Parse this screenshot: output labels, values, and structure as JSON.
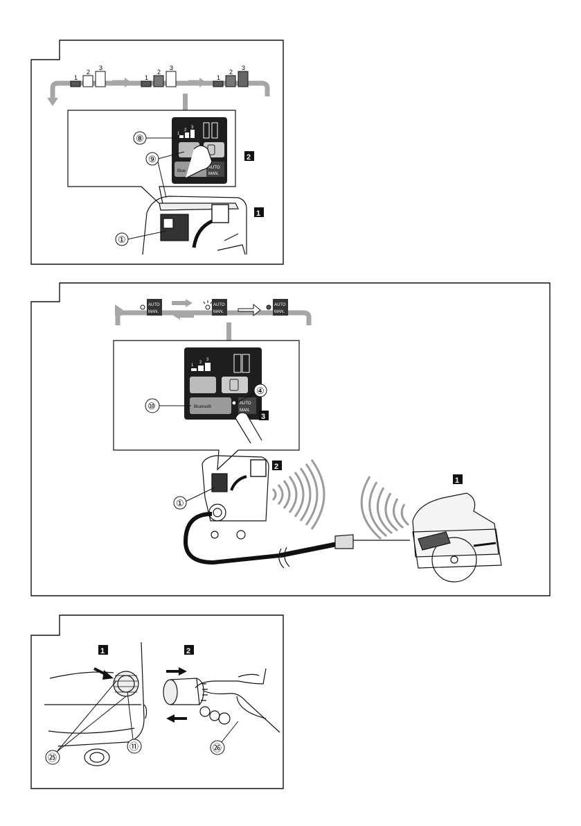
{
  "figure_top": {
    "level_steps": [
      {
        "marks": [
          "1",
          "2",
          "3"
        ],
        "filled": 1
      },
      {
        "marks": [
          "1",
          "2",
          "3"
        ],
        "filled": 2
      },
      {
        "marks": [
          "1",
          "2",
          "3"
        ],
        "filled": 3
      }
    ],
    "callouts": {
      "c8": "⑧",
      "c9": "⑨",
      "c1": "①"
    },
    "steps": {
      "s1": "1",
      "s2": "2"
    },
    "panel": {
      "bluetooth": "Blue",
      "auto": "AUTO",
      "man": "MAN.",
      "lv1": "1",
      "lv2": "2",
      "lv3": "3"
    }
  },
  "figure_middle": {
    "mode_labels": {
      "auto": "AUTO",
      "man": "MAN."
    },
    "callouts": {
      "c10": "⑩",
      "c4": "④",
      "c1": "①"
    },
    "steps": {
      "s1": "1",
      "s2": "2",
      "s3": "3"
    },
    "panel": {
      "bluetooth": "Bluetooth",
      "auto": "AUTO",
      "man": "MAN.",
      "lv1": "1",
      "lv2": "2",
      "lv3": "3"
    }
  },
  "figure_bottom": {
    "callouts": {
      "c11": "⑪",
      "c25": "㉕",
      "c26": "㉖"
    },
    "steps": {
      "s1": "1",
      "s2": "2"
    }
  },
  "colors": {
    "ink": "#111111",
    "grey_arrow": "#a6a6a6",
    "panel_dark": "#1e1e1e",
    "button_grey": "#9a9a9a",
    "wifi_grey": "#9b9b9b"
  }
}
